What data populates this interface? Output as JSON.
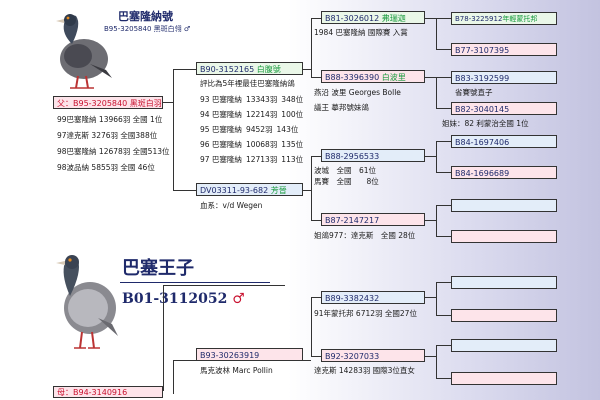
{
  "colors": {
    "accent_red": "#c8102e",
    "navy": "#1f2a6b",
    "green": "#179a3c",
    "sire_box": "#eaf7e8",
    "dam_box": "#fde4ea",
    "blue_box": "#e3edf9"
  },
  "top_bird": {
    "title": "巴塞隆納號",
    "ring": "B95-3205840",
    "color_sex": "黑斑白翎 ♂",
    "sire_label": {
      "prefix": "父：",
      "ring": "B95-3205840",
      "color": "黑斑白羽"
    },
    "results": [
      "99巴塞隆納 13966羽 全國 1位",
      "97達克斯 3276羽 全國388位",
      "98巴塞隆納 12678羽 全國513位",
      "98波品納 5855羽 全國 46位"
    ]
  },
  "gen2_sire": {
    "ring": "B90-3152165",
    "color": "白腹號",
    "notes": [
      "評比為5年裡最佳巴塞隆納鴿"
    ],
    "results": [
      {
        "race": "93 巴塞隆納",
        "birds": "13343羽",
        "pos": "348位"
      },
      {
        "race": "94 巴塞隆納",
        "birds": "12214羽",
        "pos": "100位"
      },
      {
        "race": "95 巴塞隆納",
        "birds": "9452羽",
        "pos": "143位"
      },
      {
        "race": "96 巴塞隆納",
        "birds": "10068羽",
        "pos": "135位"
      },
      {
        "race": "97 巴塞隆納",
        "birds": "12713羽",
        "pos": "113位"
      }
    ]
  },
  "gen2_dam": {
    "ring": "DV03311-93-682",
    "color": "芳晉",
    "note": "血系：v/d Wegen"
  },
  "gen3": {
    "a": {
      "ring": "B81-3026012",
      "color": "弗瑞迦",
      "note": "1984 巴塞隆納 國際賽 入賞"
    },
    "b": {
      "ring": "B88-3396390",
      "color": "白波里",
      "notes": [
        "燕沿 波里 Georges Bolle",
        "議王 摹邦號妹鴿"
      ]
    },
    "c": {
      "ring": "B88-2956533",
      "notes": [
        "波城　全國　61位",
        "馬賽　全國　　8位"
      ]
    },
    "d": {
      "ring": "B87-2147217",
      "note": "姐鴿977：達克斯　全國 28位"
    }
  },
  "gen4": {
    "a": {
      "ring": "B78-3225912",
      "color": "年輕蒙托邦"
    },
    "b": {
      "ring": "B77-3107395"
    },
    "c": {
      "ring": "B83-3192599",
      "note": "省賽號直子"
    },
    "d": {
      "ring": "B82-3040145",
      "note": "姐妹：82 利蒙治全國 1位"
    },
    "e": {
      "ring": "B84-1697406"
    },
    "f": {
      "ring": "B84-1696689"
    }
  },
  "main": {
    "title": "巴塞王子",
    "ring": "B01-3112052",
    "sex": "♂"
  },
  "bottom": {
    "dam_label": {
      "prefix": "母：",
      "ring": "B94-3140916"
    },
    "sire2": {
      "ring": "B93-30263919",
      "note": "馬克波林 Marc Pollin"
    },
    "g3a": {
      "ring": "B89-3382432",
      "note": "91年蒙托邦 6712羽 全國27位"
    },
    "g3b": {
      "ring": "B92-3207033",
      "note": "達克斯 14283羽 國際3位直女"
    }
  }
}
